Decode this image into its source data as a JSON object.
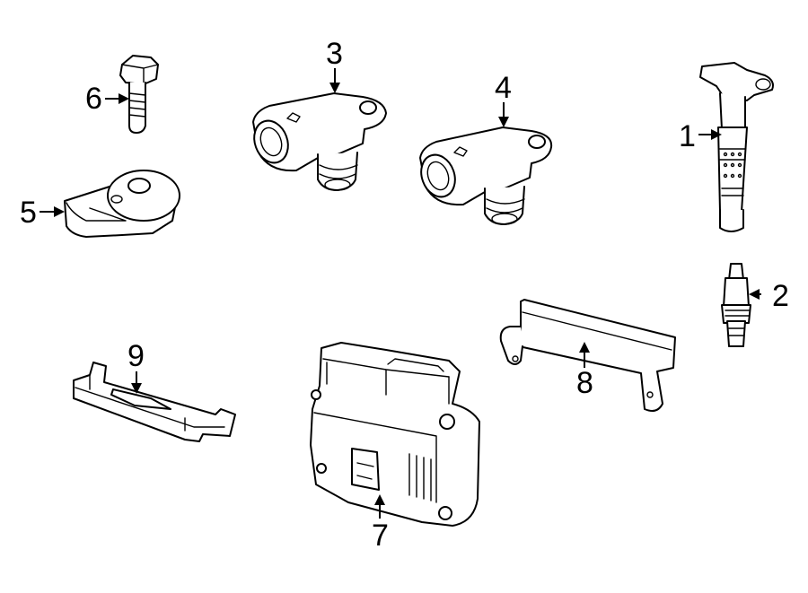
{
  "diagram": {
    "callouts": [
      {
        "number": "1",
        "part": "ignition-coil"
      },
      {
        "number": "2",
        "part": "spark-plug"
      },
      {
        "number": "3",
        "part": "camshaft-position-sensor"
      },
      {
        "number": "4",
        "part": "camshaft-position-sensor-2"
      },
      {
        "number": "5",
        "part": "knock-sensor"
      },
      {
        "number": "6",
        "part": "bolt"
      },
      {
        "number": "7",
        "part": "engine-control-module"
      },
      {
        "number": "8",
        "part": "mounting-bracket"
      },
      {
        "number": "9",
        "part": "module-bracket"
      }
    ]
  }
}
